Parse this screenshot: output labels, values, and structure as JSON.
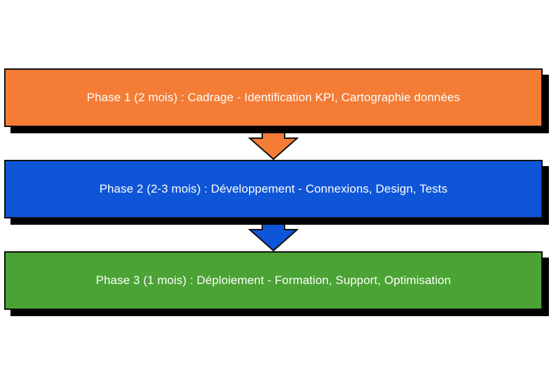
{
  "phases": [
    {
      "label": "Phase 1 (2 mois) : Cadrage - Identification KPI, Cartographie données",
      "color": "#f47c35"
    },
    {
      "label": "Phase 2 (2-3 mois) : Développement - Connexions, Design, Tests",
      "color": "#0f55d8"
    },
    {
      "label": "Phase 3 (1 mois) : Déploiement - Formation, Support, Optimisation",
      "color": "#4aa334"
    }
  ],
  "connectors": [
    {
      "icon": "down-arrow-icon",
      "color": "#f47c35"
    },
    {
      "icon": "down-arrow-icon",
      "color": "#0f55d8"
    }
  ]
}
